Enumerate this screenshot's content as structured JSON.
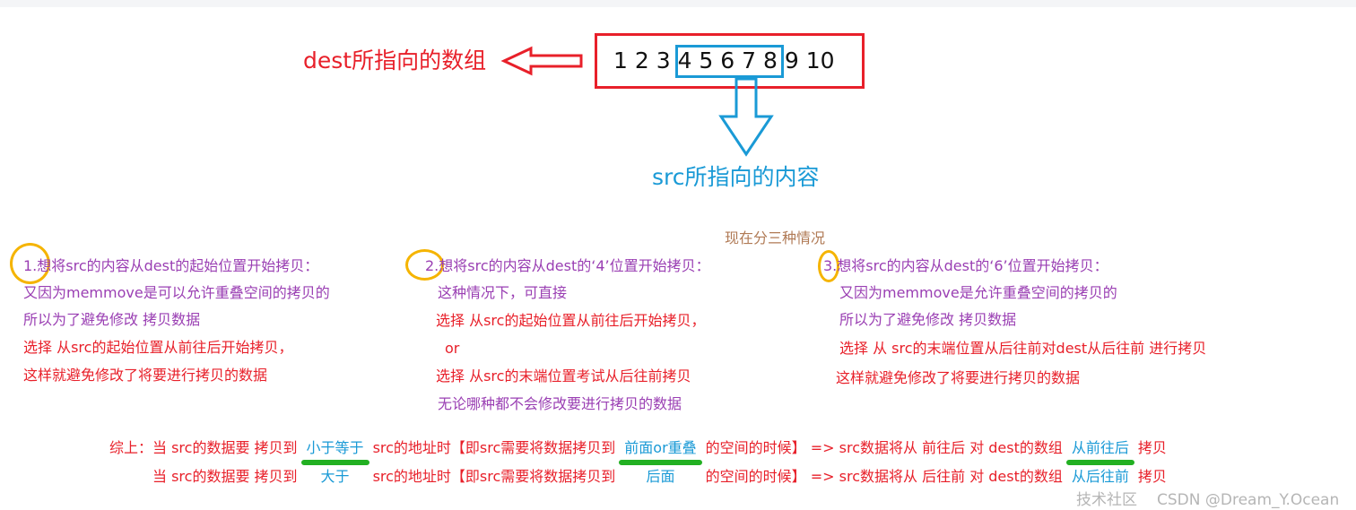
{
  "diagram": {
    "dest_label": "dest所指向的数组",
    "array_numbers": "1 2 3 4 5 6 7 8 9 10",
    "array_prefix": "1 2 3",
    "array_highlight": "4 5 6 7 8",
    "array_suffix": "9 10",
    "src_label": "src所指向的内容",
    "cases_heading": "现在分三种情况",
    "colors": {
      "red": "#e8202a",
      "blue": "#1a9ad6",
      "purple": "#9a3fb3",
      "orange": "#f5b400",
      "green": "#22b022",
      "brown": "#b07a55"
    }
  },
  "case1": {
    "lines": [
      "1.想将src的内容从dest的起始位置开始拷贝：",
      "又因为memmove是可以允许重叠空间的拷贝的",
      "所以为了避免修改 拷贝数据",
      "选择 从src的起始位置从前往后开始拷贝，",
      "这样就避免修改了将要进行拷贝的数据"
    ]
  },
  "case2": {
    "lines": [
      "2.想将src的内容从dest的‘4’位置开始拷贝：",
      "这种情况下，可直接",
      "选择 从src的起始位置从前往后开始拷贝，",
      "or",
      "选择 从src的末端位置考试从后往前拷贝",
      "无论哪种都不会修改要进行拷贝的数据"
    ]
  },
  "case3": {
    "lines": [
      "3.想将src的内容从dest的‘6’位置开始拷贝：",
      "又因为memmove是允许重叠空间的拷贝的",
      "所以为了避免修改 拷贝数据",
      "选择 从 src的末端位置从后往前对dest从后往前 进行拷贝",
      "这样就避免修改了将要进行拷贝的数据"
    ]
  },
  "summary": {
    "line1": [
      "综上：当 src的数据要 拷贝到",
      "小于等于",
      "src的地址时【即src需要将数据拷贝到",
      "前面or重叠",
      "的空间的时候】 => src数据将从 前往后 对 dest的数组",
      "从前往后",
      "拷贝"
    ],
    "line2": [
      "当 src的数据要 拷贝到",
      "大于",
      "src的地址时【即src需要将数据拷贝到",
      "后面",
      "的空间的时候】 => src数据将从 后往前 对 dest的数组",
      "从后往前",
      "拷贝"
    ]
  },
  "watermark": {
    "line1": "技术社区",
    "line2": "CSDN @Dream_Y.Ocean"
  }
}
